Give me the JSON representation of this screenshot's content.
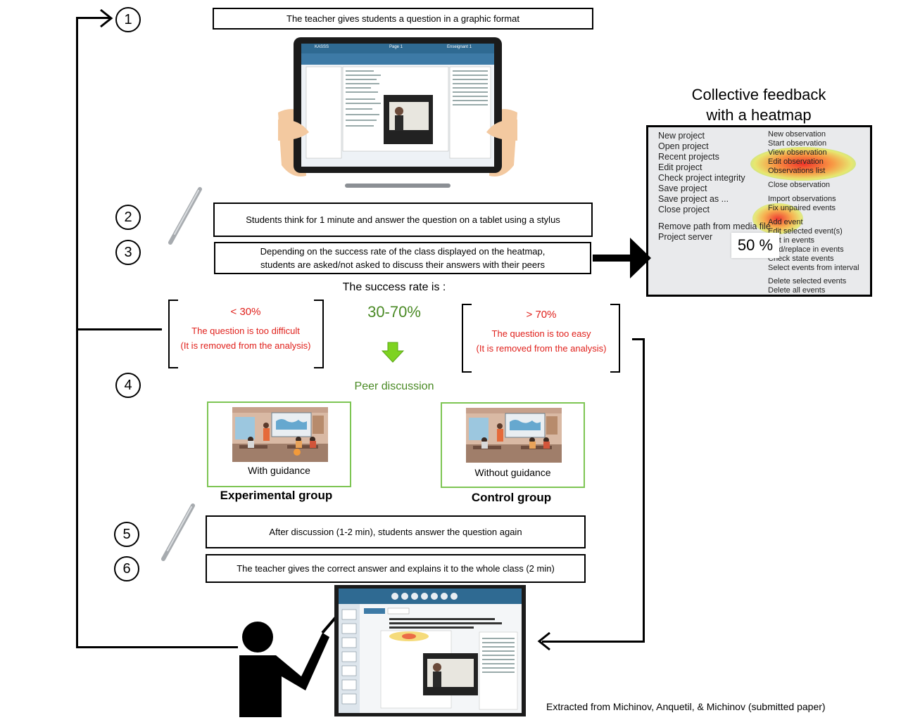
{
  "steps": [
    "1",
    "2",
    "3",
    "4",
    "5",
    "6"
  ],
  "boxes": {
    "step1": "The teacher gives students a question in a graphic format",
    "step2": "Students think for 1 minute and answer the question on a tablet using a stylus",
    "step3_line1": "Depending on the success rate of the class displayed on the heatmap,",
    "step3_line2": "students are asked/not asked to discuss their answers with their peers",
    "step5": "After discussion (1-2 min), students answer the question again",
    "step6": "The teacher gives the correct answer and explains it to the whole class (2 min)"
  },
  "success_rate": {
    "title": "The success rate is :",
    "low": {
      "threshold": "< 30%",
      "line1": "The question is too difficult",
      "line2": "(It is removed from the analysis)"
    },
    "mid": {
      "threshold": "30-70%"
    },
    "high": {
      "threshold": "> 70%",
      "line1": "The question is too easy",
      "line2": "(It is removed from the analysis)"
    }
  },
  "peer": {
    "title": "Peer discussion",
    "experimental": {
      "caption": "With guidance",
      "label": "Experimental group"
    },
    "control": {
      "caption": "Without guidance",
      "label": "Control group"
    }
  },
  "heatmap": {
    "title_line1": "Collective feedback",
    "title_line2": "with a heatmap",
    "percent": "50 %",
    "left_menu": [
      "New project",
      "Open project",
      "Recent projects",
      "Edit project",
      "Check project integrity",
      "Save project",
      "Save project as ...",
      "Close project",
      "Remove path from media file",
      "Project server"
    ],
    "right_menu": [
      "New observation",
      "Start observation",
      "View observation",
      "Edit observation",
      "Observations list",
      "Close observation",
      "Import observations",
      "Fix unpaired events",
      "Add event",
      "Edit selected event(s)",
      "Edit in events",
      "Find/replace in events",
      "Check state events",
      "Select events from interval",
      "Delete selected events",
      "Delete all events"
    ]
  },
  "tablet": {
    "app": "KASSS",
    "page": "Page 1",
    "user": "Enseignant 1"
  },
  "footer": "Extracted from Michinov,  Anquetil, & Michinov (submitted paper)",
  "colors": {
    "red": "#e0211c",
    "green": "#4a8a25",
    "frame_green": "#7dc553",
    "arrow_green": "#7ed321"
  }
}
